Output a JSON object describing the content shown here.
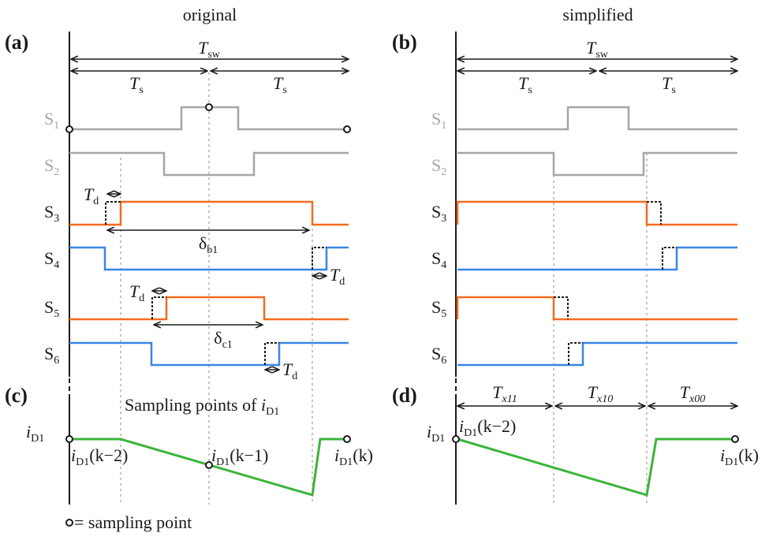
{
  "titles": {
    "left": "original",
    "right": "simplified"
  },
  "panels": {
    "a": "(a)",
    "b": "(b)",
    "c": "(c)",
    "d": "(d)"
  },
  "signals": {
    "s1": {
      "base": "S",
      "sub": "1"
    },
    "s2": {
      "base": "S",
      "sub": "2"
    },
    "s3": {
      "base": "S",
      "sub": "3"
    },
    "s4": {
      "base": "S",
      "sub": "4"
    },
    "s5": {
      "base": "S",
      "sub": "5"
    },
    "s6": {
      "base": "S",
      "sub": "6"
    }
  },
  "periods": {
    "tsw": {
      "base": "T",
      "sub": "sw"
    },
    "ts": {
      "base": "T",
      "sub": "s"
    },
    "td": {
      "base": "T",
      "sub": "d"
    }
  },
  "durations": {
    "db1": {
      "base": "δ",
      "sub": "b1"
    },
    "dc1": {
      "base": "δ",
      "sub": "c1"
    },
    "tx11": {
      "base": "T",
      "sub": "x11"
    },
    "tx10": {
      "base": "T",
      "sub": "x10"
    },
    "tx00": {
      "base": "T",
      "sub": "x00"
    }
  },
  "current": {
    "caption_text": "Sampling points of ",
    "axis": {
      "base": "i",
      "sub": "D1"
    },
    "k2": {
      "base": "i",
      "sub": "D1",
      "arg": "(k−2)"
    },
    "k1": {
      "base": "i",
      "sub": "D1",
      "arg": "(k−1)"
    },
    "k": {
      "base": "i",
      "sub": "D1",
      "arg": "(k)"
    }
  },
  "legend": {
    "text": " = sampling point"
  },
  "colors": {
    "gray": "#a6a6a6",
    "orange": "#f26c1e",
    "blue": "#3a85e6",
    "green": "#3cb43c",
    "ink": "#1a1a1a"
  }
}
